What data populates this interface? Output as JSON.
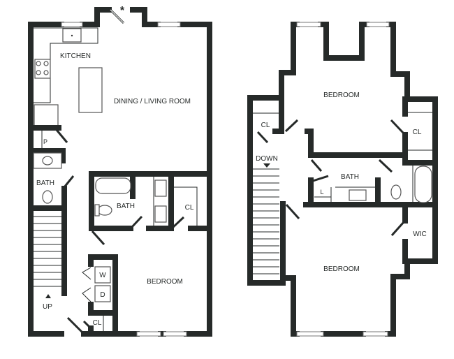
{
  "first_floor": {
    "entry_marker": "*",
    "rooms": {
      "kitchen": "KITCHEN",
      "dining_living": "DINING / LIVING ROOM",
      "pantry": "P",
      "half_bath": "BATH",
      "bath": "BATH",
      "closet": "CL",
      "washer": "W",
      "dryer": "D",
      "laundry_closet": "CL",
      "bedroom": "BEDROOM"
    },
    "stairs_label": "UP"
  },
  "second_floor": {
    "rooms": {
      "bedroom_front": "BEDROOM",
      "closet_left": "CL",
      "closet_right": "CL",
      "bath": "BATH",
      "linen": "L",
      "walk_in_closet": "WIC",
      "bedroom_rear": "BEDROOM"
    },
    "stairs_label": "DOWN"
  },
  "colors": {
    "wall": "#262a29",
    "background": "#ffffff"
  }
}
